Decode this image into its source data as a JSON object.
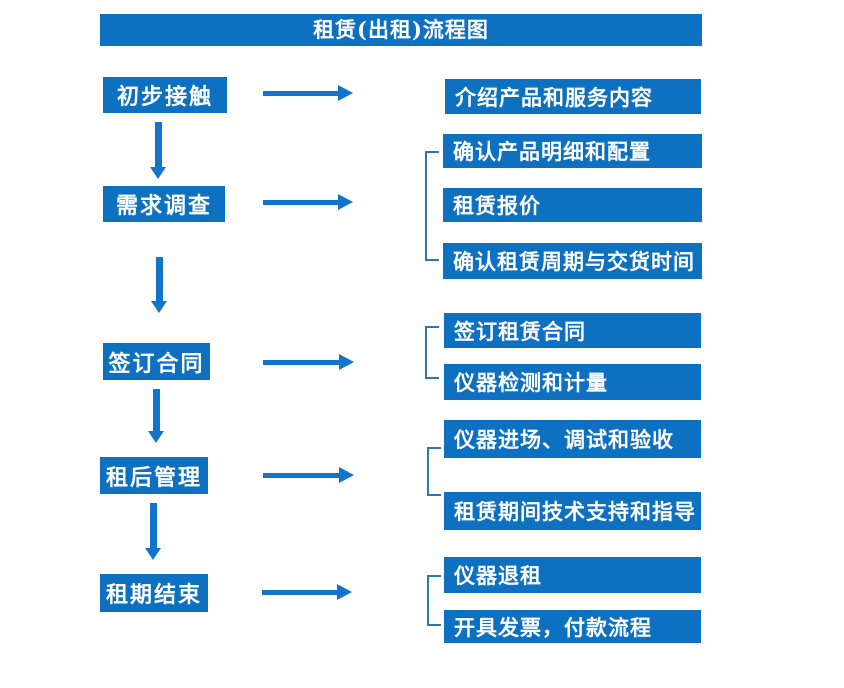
{
  "title": "租赁(出租)流程图",
  "colors": {
    "box_blue": "#0d70c0",
    "arrow_blue": "#1374cc",
    "bracket_blue": "#2e75b6",
    "text": "#ffffff"
  },
  "stages": [
    {
      "label": "初步接触",
      "outputs": [
        "介绍产品和服务内容"
      ]
    },
    {
      "label": "需求调查",
      "outputs": [
        "确认产品明细和配置",
        "租赁报价",
        "确认租赁周期与交货时间"
      ]
    },
    {
      "label": "签订合同",
      "outputs": [
        "签订租赁合同",
        "仪器检测和计量"
      ]
    },
    {
      "label": "租后管理",
      "outputs": [
        "仪器进场、调试和验收",
        "租赁期间技术支持和指导"
      ]
    },
    {
      "label": "租期结束",
      "outputs": [
        "仪器退租",
        "开具发票，付款流程"
      ]
    }
  ]
}
